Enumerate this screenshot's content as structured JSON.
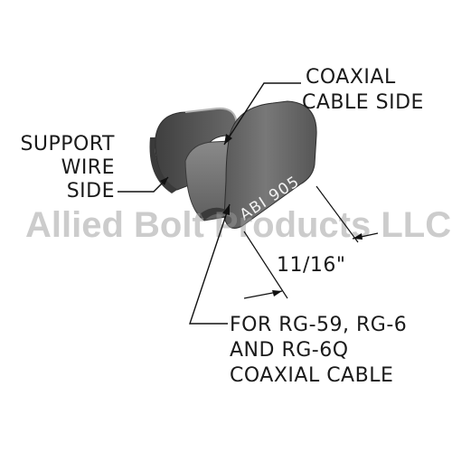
{
  "labels": {
    "coax_side": [
      "COAXIAL",
      "CABLE SIDE"
    ],
    "support_side": [
      "SUPPORT",
      "WIRE",
      "SIDE"
    ],
    "dimension": "11/16\"",
    "usage": [
      "FOR RG-59, RG-6",
      "AND RG-6Q",
      "COAXIAL CABLE"
    ]
  },
  "part_marking": "ABI 905",
  "watermark": "Allied Bolt Products LLC",
  "colors": {
    "clip_dark": "#4a4a4a",
    "clip_mid": "#6b6b6b",
    "clip_light": "#9a9a9a",
    "ink": "#111111",
    "watermark": "#9a9a9a"
  }
}
